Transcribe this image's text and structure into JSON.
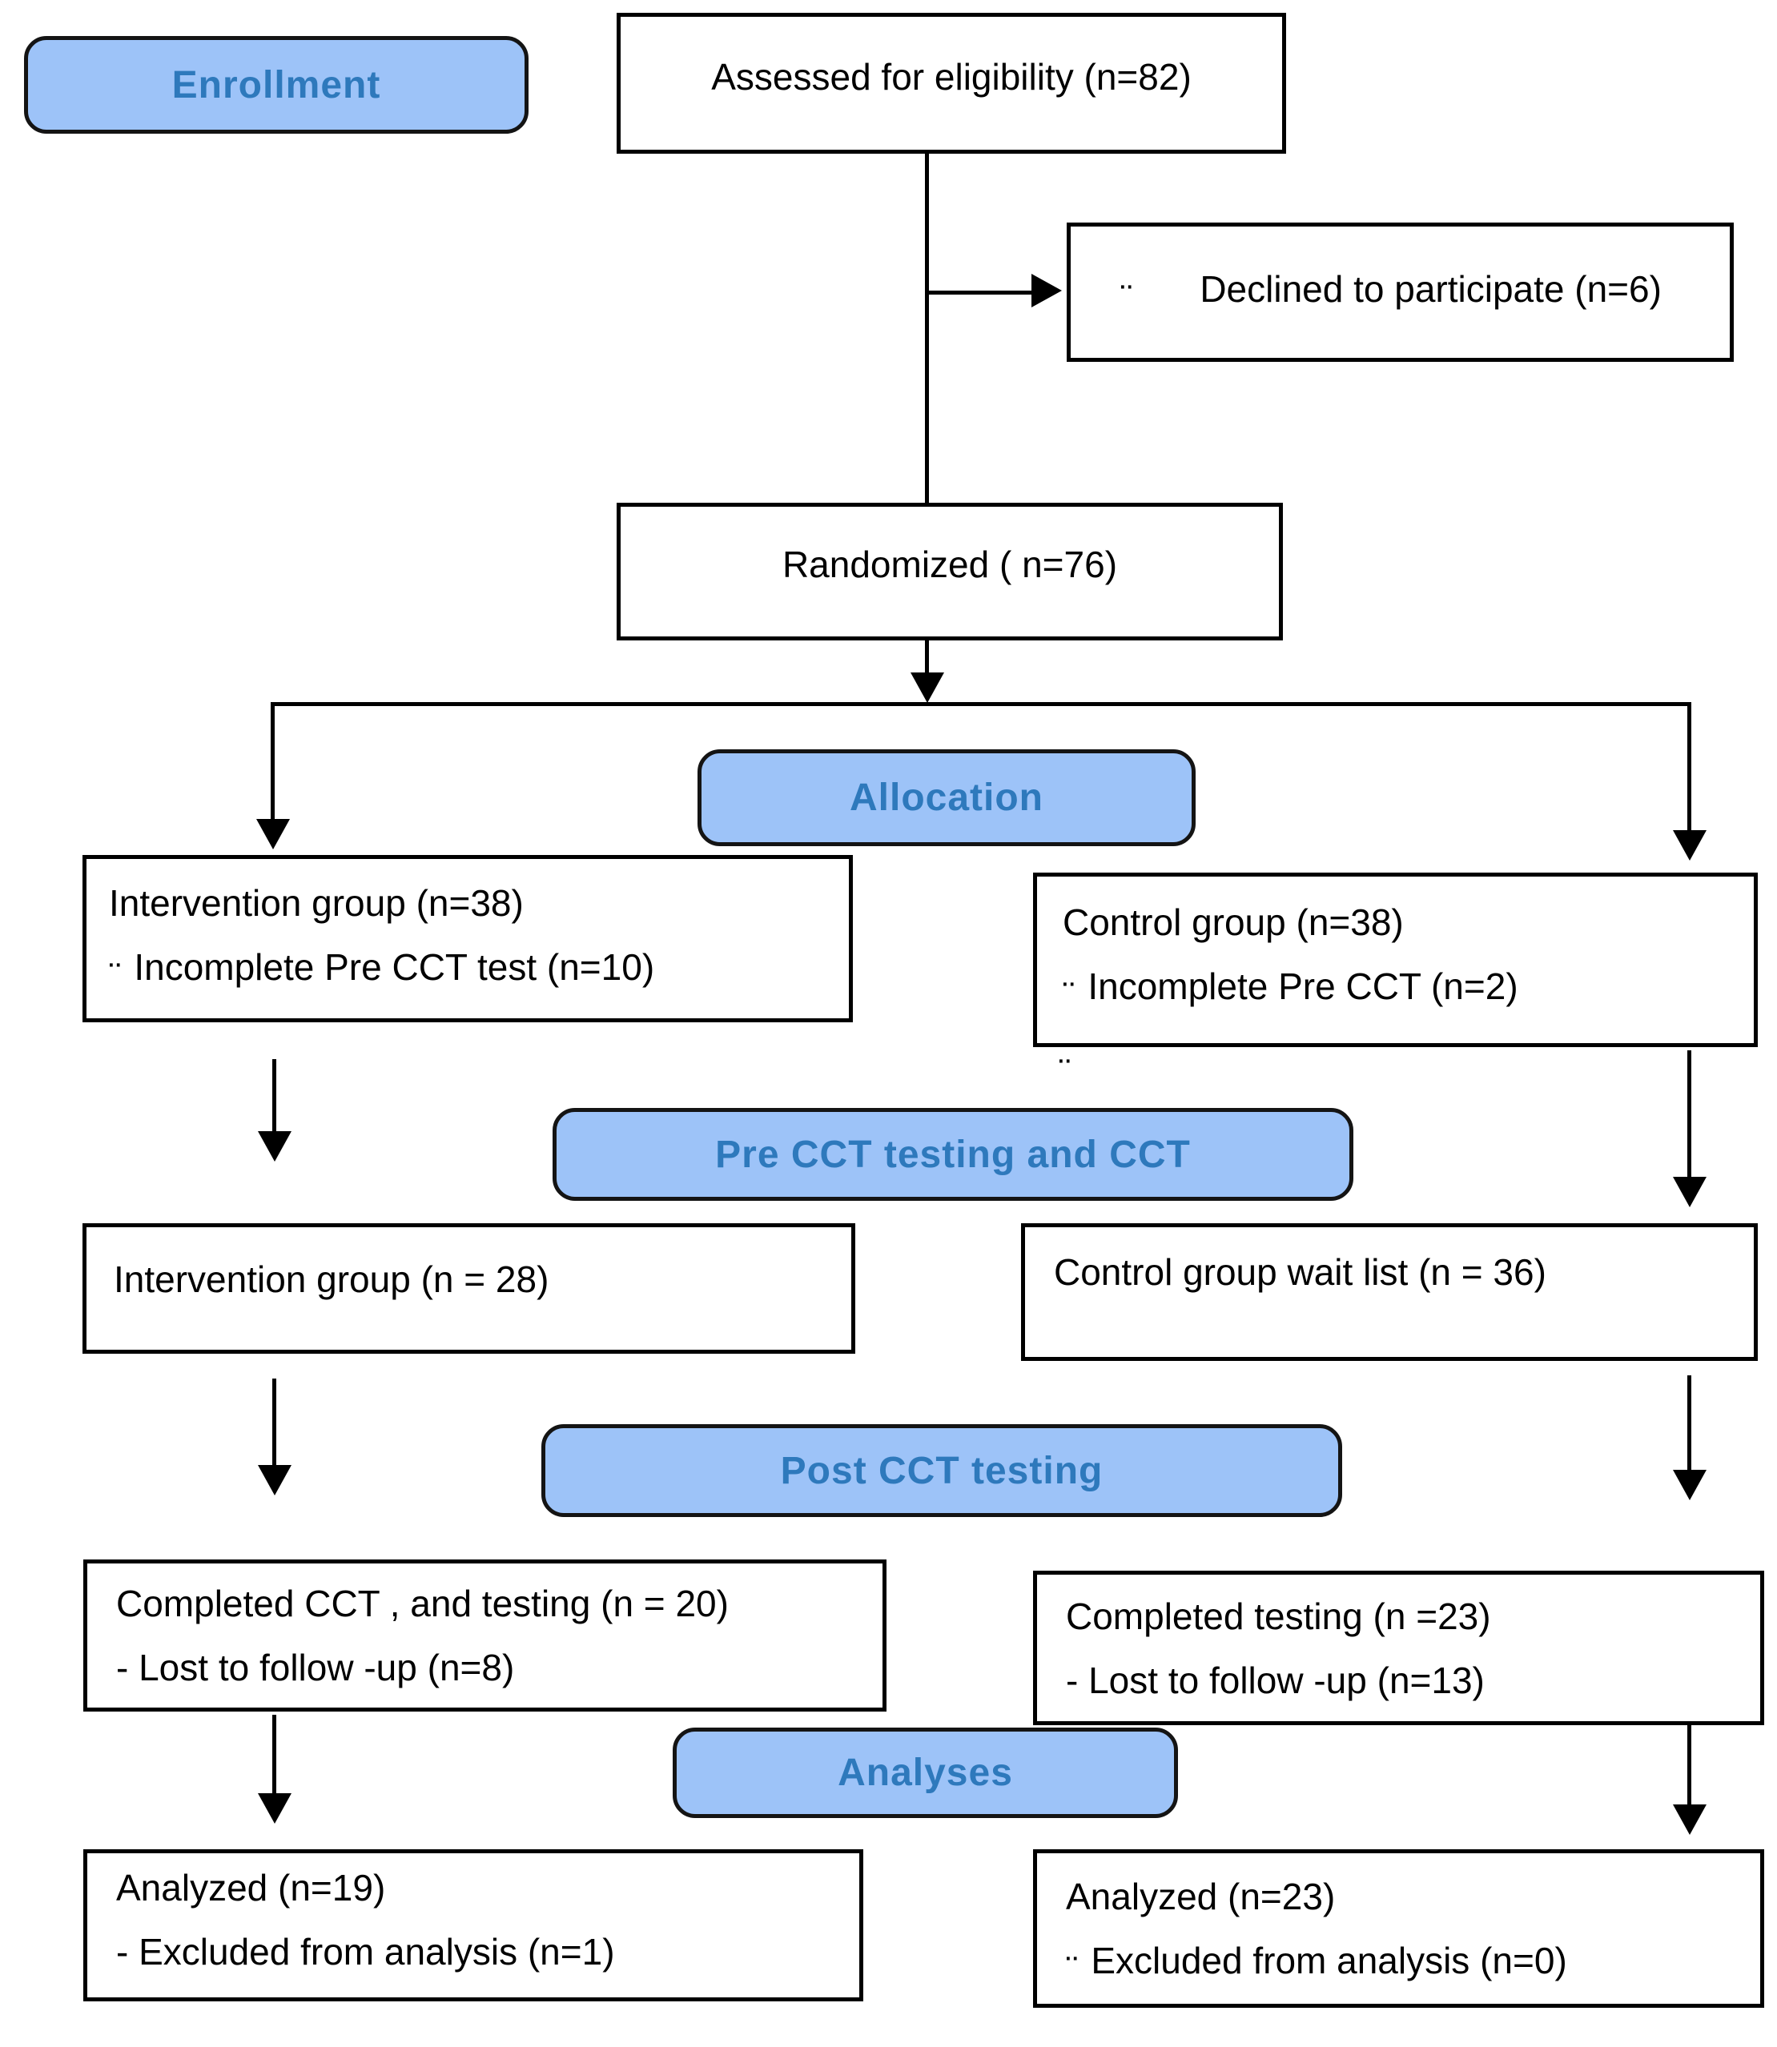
{
  "colors": {
    "stage_fill": "#9DC3F8",
    "stage_text": "#2E79BC",
    "box_border": "#000000",
    "line": "#000000",
    "background": "#FFFFFF"
  },
  "stages": {
    "enrollment": "Enrollment",
    "allocation": "Allocation",
    "pre_cct": "Pre CCT testing and CCT",
    "post_cct": "Post CCT testing",
    "analyses": "Analyses"
  },
  "boxes": {
    "assessed": {
      "text": "Assessed for eligibility (n=82)"
    },
    "declined": {
      "bullet": "¨",
      "text": "Declined to participate (n=6)"
    },
    "randomized": {
      "text": "Randomized ( n=76)"
    },
    "intervention_allocation": {
      "line1": "Intervention group (n=38)",
      "bullet2": "¨",
      "line2": "Incomplete Pre CCT test (n=10)"
    },
    "control_allocation": {
      "line1": "Control group (n=38)",
      "bullet2": "¨",
      "line2": "Incomplete Pre CCT (n=2)"
    },
    "intervention_pre_cct": {
      "text": "Intervention group (n = 28)"
    },
    "control_pre_cct": {
      "text": "Control group wait list (n = 36)"
    },
    "intervention_post_cct": {
      "line1": "Completed CCT , and testing (n = 20)",
      "line2": "- Lost to follow -up (n=8)"
    },
    "control_post_cct": {
      "line1": "Completed testing (n =23)",
      "line2": "- Lost to follow -up (n=13)"
    },
    "intervention_analysis": {
      "line1": "Analyzed (n=19)",
      "line2": "- Excluded from analysis (n=1)"
    },
    "control_analysis": {
      "line1": "Analyzed (n=23)",
      "bullet2": "¨",
      "line2": "Excluded from analysis (n=0)"
    }
  },
  "stray_mark": "¨"
}
